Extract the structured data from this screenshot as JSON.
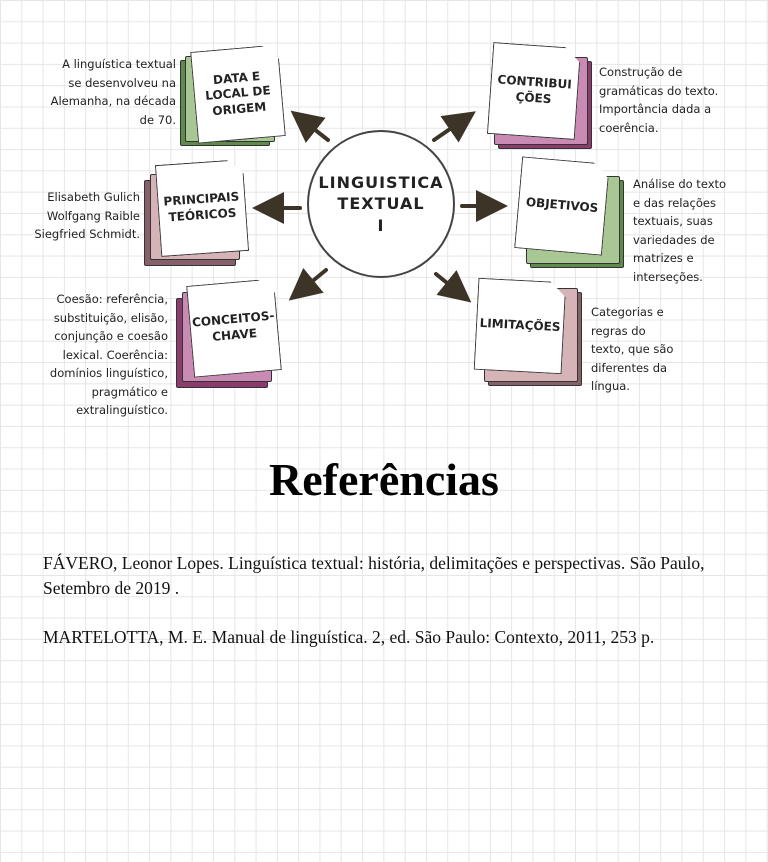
{
  "mindmap": {
    "center": [
      "LINGUISTICA",
      "TEXTUAL",
      "I"
    ],
    "nodes": [
      {
        "label": [
          "DATA E",
          "LOCAL DE",
          "ORIGEM"
        ],
        "description": [
          "A linguística textual",
          "se desenvolveu na",
          "Alemanha, na década",
          "de 70."
        ]
      },
      {
        "label": [
          "CONTRIBUI",
          "ÇÕES"
        ],
        "description": [
          "Construção de",
          "gramáticas do texto.",
          "Importância dada a",
          "coerência."
        ]
      },
      {
        "label": [
          "PRINCIPAIS",
          "TEÓRICOS"
        ],
        "description": [
          "Elisabeth Gulich",
          "Wolfgang Raible",
          "Siegfried Schmidt."
        ]
      },
      {
        "label": [
          "OBJETIVOS"
        ],
        "description": [
          "Análise do texto",
          "e das relações",
          "textuais, suas",
          "variedades de",
          "matrizes e",
          "interseções."
        ]
      },
      {
        "label": [
          "CONCEITOS-",
          "CHAVE"
        ],
        "description": [
          "Coesão: referência,",
          "substituição, elisão,",
          "conjunção e coesão",
          "lexical. Coerência:",
          "domínios linguístico,",
          "pragmático e",
          "extralinguístico."
        ]
      },
      {
        "label": [
          "LIMITAÇÕES"
        ],
        "description": [
          "Categorias e",
          "regras do",
          "texto, que são",
          "diferentes da",
          "língua."
        ]
      }
    ]
  },
  "colors": {
    "green_dark": "#5f8a4e",
    "green_light": "#a9c795",
    "magenta_dark": "#8a3d6c",
    "magenta_light": "#c98bb4",
    "mauve_dark": "#86616a",
    "mauve_light": "#d6b3b6",
    "arrow": "#3d3428"
  },
  "references": {
    "title": "Referências",
    "items": [
      "FÁVERO, Leonor Lopes. Linguística textual: história, delimitações e perspectivas. São Paulo, Setembro de 2019 .",
      "MARTELOTTA, M. E. Manual de linguística. 2, ed. São Paulo: Contexto, 2011, 253 p."
    ]
  }
}
